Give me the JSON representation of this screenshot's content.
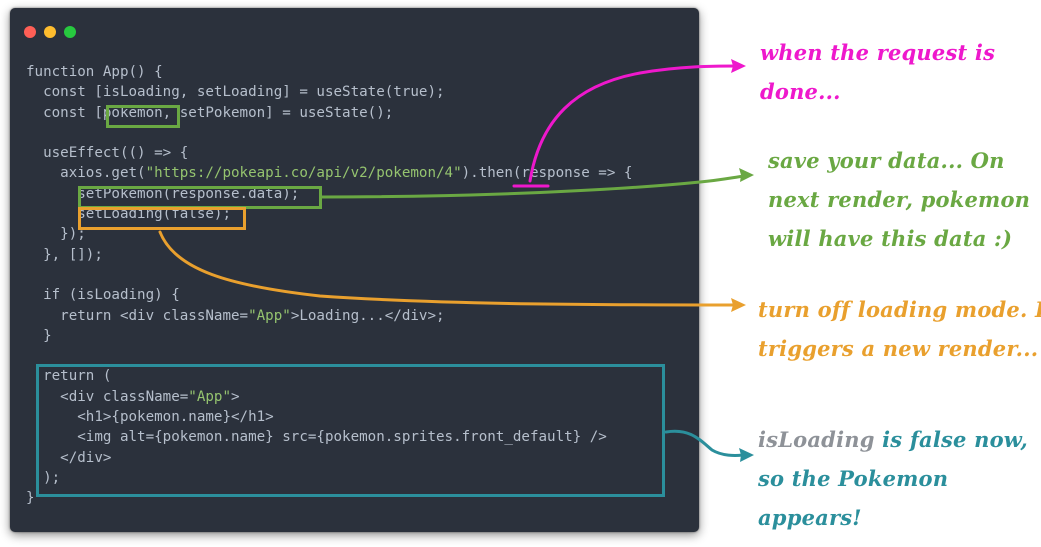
{
  "colors": {
    "window_bg": "#2b313c",
    "text": "#b6bfcc",
    "string": "#95c46f",
    "dot_red": "#ff5f56",
    "dot_yellow": "#ffbd2e",
    "dot_green": "#27c93f",
    "magenta": "#ee18cc",
    "green": "#6aa843",
    "orange": "#e9a02e",
    "teal": "#2b8f9c",
    "gray": "#8e9298"
  },
  "window_dots": [
    "dot-red",
    "dot-yellow",
    "dot-green"
  ],
  "code_lines": [
    [
      {
        "t": "function App() {"
      }
    ],
    [
      {
        "t": "  const [isLoading, setLoading] = useState(true);"
      }
    ],
    [
      {
        "t": "  const [pokemon, setPokemon] = useState();"
      }
    ],
    [
      {
        "t": ""
      }
    ],
    [
      {
        "t": "  useEffect(() => {"
      }
    ],
    [
      {
        "t": "    axios.get("
      },
      {
        "t": "\"https://pokeapi.co/api/v2/pokemon/4\"",
        "s": true
      },
      {
        "t": ").then(response => {"
      }
    ],
    [
      {
        "t": "      setPokemon(response.data);"
      }
    ],
    [
      {
        "t": "      setLoading(false);"
      }
    ],
    [
      {
        "t": "    });"
      }
    ],
    [
      {
        "t": "  }, []);"
      }
    ],
    [
      {
        "t": ""
      }
    ],
    [
      {
        "t": "  if (isLoading) {"
      }
    ],
    [
      {
        "t": "    return <div className="
      },
      {
        "t": "\"App\"",
        "s": true
      },
      {
        "t": ">Loading...</div>;"
      }
    ],
    [
      {
        "t": "  }"
      }
    ],
    [
      {
        "t": ""
      }
    ],
    [
      {
        "t": "  return ("
      }
    ],
    [
      {
        "t": "    <div className="
      },
      {
        "t": "\"App\"",
        "s": true
      },
      {
        "t": ">"
      }
    ],
    [
      {
        "t": "      <h1>{pokemon.name}</h1>"
      }
    ],
    [
      {
        "t": "      <img alt={pokemon.name} src={pokemon.sprites.front_default} />"
      }
    ],
    [
      {
        "t": "    </div>"
      }
    ],
    [
      {
        "t": "  );"
      }
    ],
    [
      {
        "t": "}"
      }
    ]
  ],
  "notes": {
    "request_done": [
      "when the request is",
      "done..."
    ],
    "save_data": [
      "save your data... On",
      "next render, pokemon",
      "will have this data :)"
    ],
    "loading_off": [
      "turn off loading mode. It",
      "triggers a new render..."
    ],
    "is_loading_false": {
      "line1_keyword": "isLoading",
      "line1_rest": " is false now,",
      "line2": "so the Pokemon",
      "line3": "appears!"
    }
  }
}
